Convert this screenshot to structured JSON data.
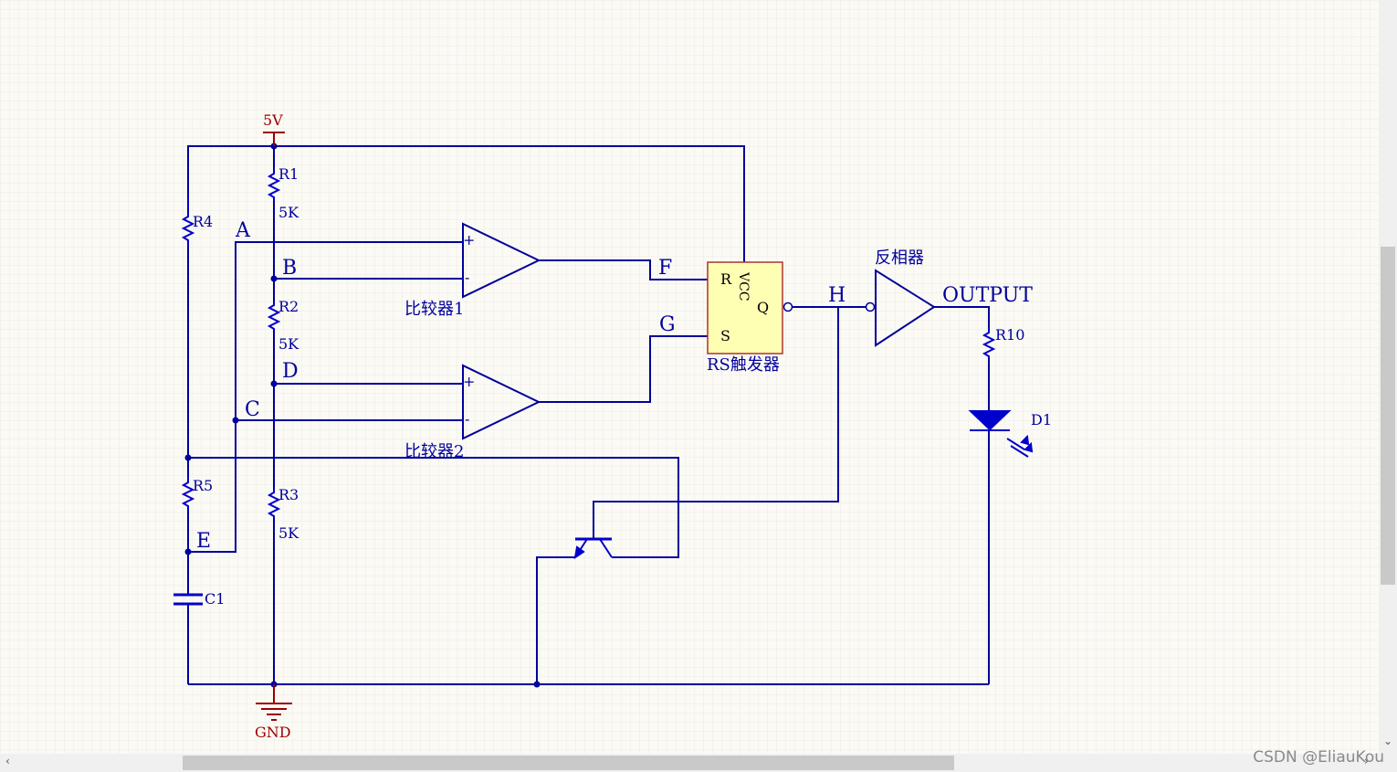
{
  "labels": {
    "vcc": "5V",
    "gnd": "GND",
    "r1": "R1",
    "r1_val": "5K",
    "r2": "R2",
    "r2_val": "5K",
    "r3": "R3",
    "r3_val": "5K",
    "r4": "R4",
    "r5": "R5",
    "c1": "C1",
    "r10": "R10",
    "d1": "D1",
    "node_a": "A",
    "node_b": "B",
    "node_c": "C",
    "node_d": "D",
    "node_e": "E",
    "node_f": "F",
    "node_g": "G",
    "node_h": "H",
    "comp1": "比较器1",
    "comp2": "比较器2",
    "flipflop": "RS触发器",
    "ff_r": "R",
    "ff_s": "S",
    "ff_q": "Q",
    "ff_vcc": "VCC",
    "inverter": "反相器",
    "output": "OUTPUT",
    "plus": "+",
    "minus": "-"
  },
  "colors": {
    "wire": "#00009c",
    "component": "#0000cc",
    "power": "#9b0000",
    "flipflop_fill": "#ffffb4",
    "flipflop_border": "#a33"
  },
  "watermark": "CSDN @EliauKou",
  "scroll_arrows": {
    "left": "‹",
    "right": "›",
    "down": "⌄"
  }
}
